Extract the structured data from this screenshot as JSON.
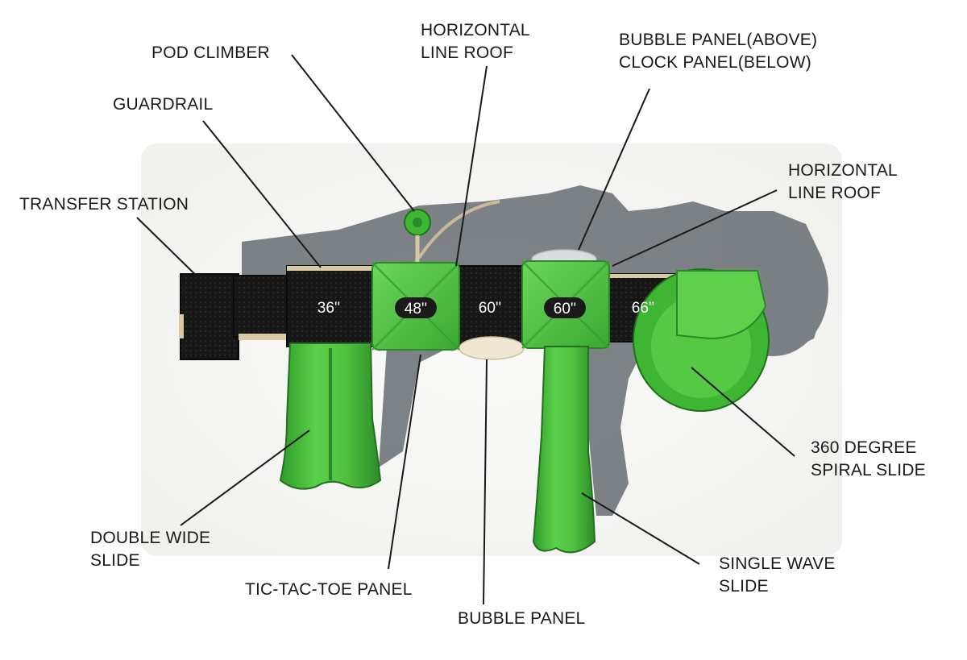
{
  "colors": {
    "green": "#4fc23f",
    "green_dark": "#2f8f2a",
    "deck": "#141414",
    "tan": "#d8c9a6",
    "shadow": "#6f747a"
  },
  "decks": [
    {
      "height_label": "36''"
    },
    {
      "height_label": "48''"
    },
    {
      "height_label": "60''"
    },
    {
      "height_label": "60''"
    },
    {
      "height_label": "66''"
    }
  ],
  "labels": {
    "pod_climber": "POD CLIMBER",
    "horizontal_roof_top": [
      "HORIZONTAL",
      "LINE ROOF"
    ],
    "bubble_clock": [
      "BUBBLE PANEL(ABOVE)",
      "CLOCK PANEL(BELOW)"
    ],
    "guardrail": "GUARDRAIL",
    "horizontal_roof_right": [
      "HORIZONTAL",
      "LINE ROOF"
    ],
    "transfer_station": "TRANSFER STATION",
    "spiral_slide": [
      "360 DEGREE",
      "SPIRAL SLIDE"
    ],
    "double_wide_slide": [
      "DOUBLE WIDE",
      "SLIDE"
    ],
    "single_wave_slide": [
      "SINGLE WAVE",
      "SLIDE"
    ],
    "tic_tac_toe": "TIC-TAC-TOE PANEL",
    "bubble_panel": "BUBBLE PANEL"
  }
}
